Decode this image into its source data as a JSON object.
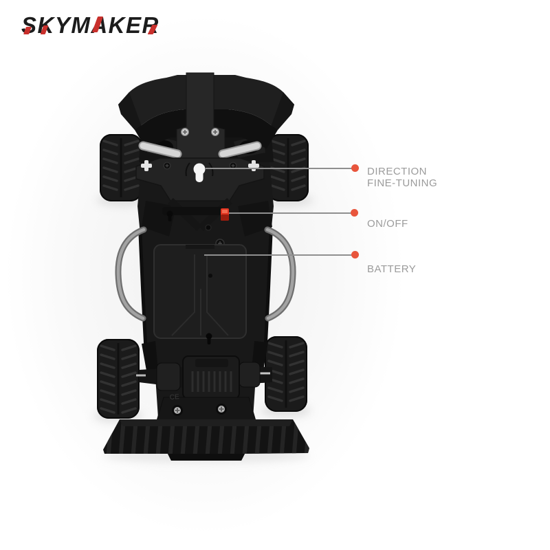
{
  "brand": {
    "logo_text": "SKYMAKER"
  },
  "callouts": {
    "direction": {
      "line1": "DIRECTION",
      "line2": "FINE-TUNING"
    },
    "power": {
      "label": "ON/OFF"
    },
    "battery": {
      "label": "BATTERY"
    }
  },
  "markings": {
    "ce": "CE"
  },
  "colors": {
    "callout_dot": "#e8553c",
    "callout_line": "#8f8f8f",
    "label_text": "#9b9b9b",
    "logo_black": "#1c1c1c",
    "logo_red": "#c9302c",
    "switch_red": "#e23420"
  }
}
